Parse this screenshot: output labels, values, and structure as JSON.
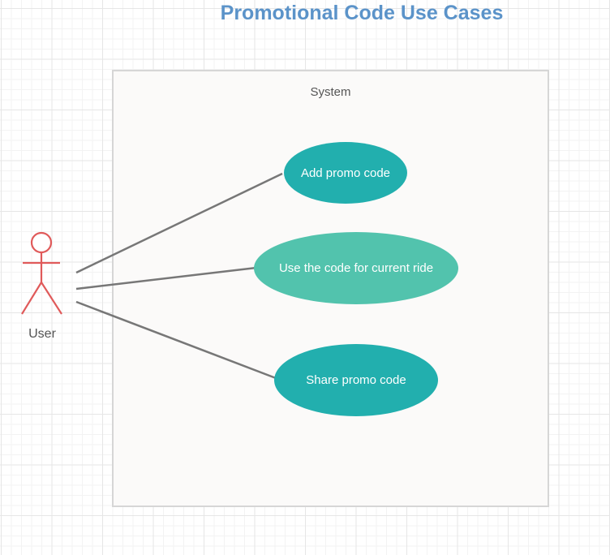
{
  "diagram": {
    "title": "Promotional Code Use Cases",
    "system_label": "System",
    "actor": {
      "label": "User",
      "color": "#e05a5a"
    },
    "use_cases": [
      {
        "label": "Add promo code",
        "color": "#22afae"
      },
      {
        "label": "Use the code for current ride",
        "color": "#52c3ad"
      },
      {
        "label": "Share promo code",
        "color": "#22afae"
      }
    ],
    "colors": {
      "title": "#5b93c9",
      "connector": "#777777",
      "system_fill": "#fbfaf9"
    }
  }
}
